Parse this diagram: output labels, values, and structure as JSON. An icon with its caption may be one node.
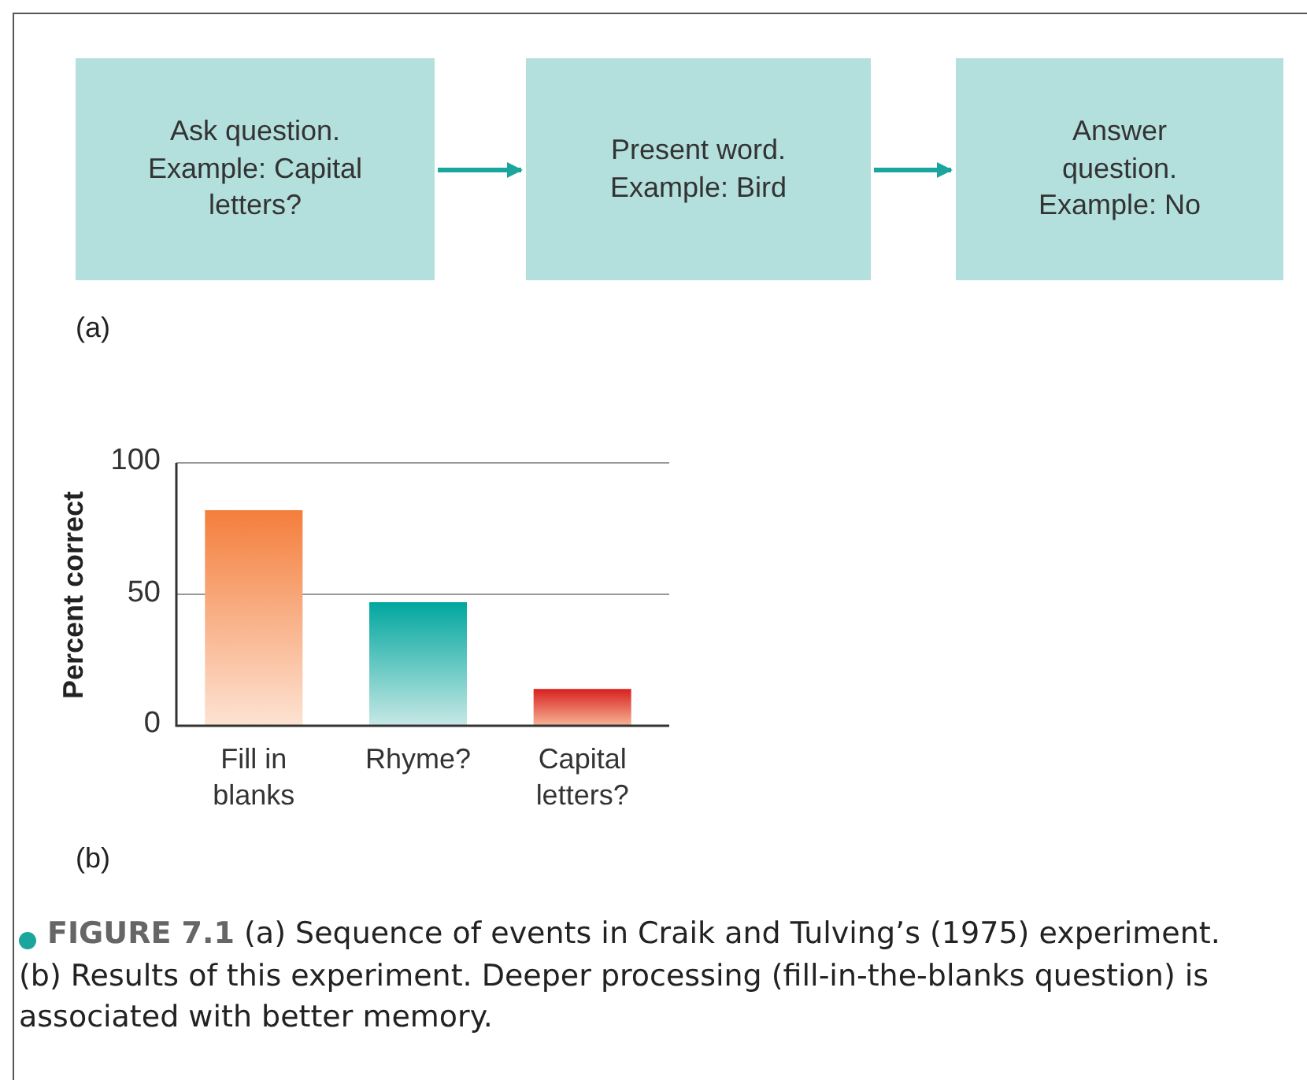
{
  "diagram": {
    "caption": "**FIGURE 7.1** (a) Sequence of events in Craik and Tulving’s (1975) experiment. (b) Results of this experiment. Deeper processing (fill-in-the-blanks question) is associated with better memory.",
    "nodes": [
      {
        "text": [
          "Ask question. Example: Capital letters?"
        ]
      },
      {
        "text": [
          "Present word. Example: Bird"
        ]
      },
      {
        "text": [
          "Answer question. Example: No"
        ]
      }
    ],
    "edges": [
      {
        "from": 0,
        "to": 1,
        "arrow": "to"
      },
      {
        "from": 1,
        "to": 2,
        "arrow": "to"
      }
    ],
    "labels": [
      "(a)",
      "(b)"
    ],
    "chart_data": {
      "type": "bar",
      "ylabel": "Percent correct",
      "categories": [
        "Fill in blanks",
        "Rhyme?",
        "Capital letters?"
      ],
      "values": [
        82,
        47,
        14
      ],
      "ylim": [
        0,
        100
      ],
      "yticks": [
        0,
        50,
        100
      ]
    }
  }
}
